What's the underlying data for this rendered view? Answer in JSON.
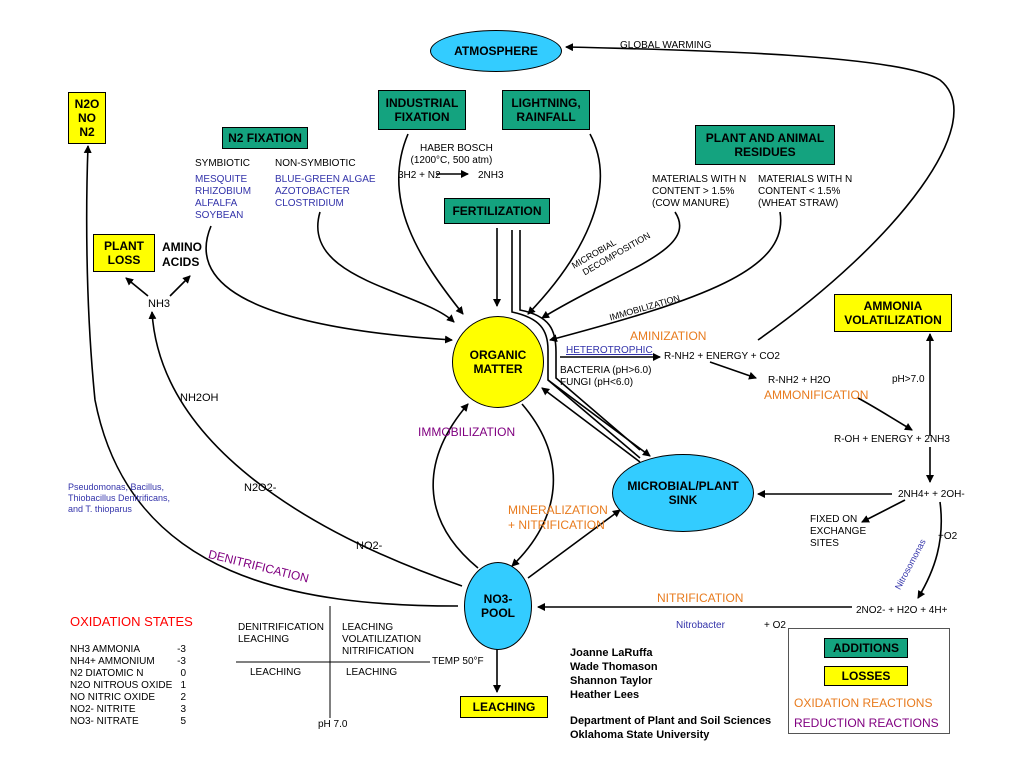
{
  "nodes": {
    "atmosphere": "ATMOSPHERE",
    "n_gases": [
      "N2O",
      "NO",
      "N2"
    ],
    "industrial_fixation": [
      "INDUSTRIAL",
      "FIXATION"
    ],
    "lightning": [
      "LIGHTNING,",
      "RAINFALL"
    ],
    "n2_fixation": "N2 FIXATION",
    "plant_animal_residues": [
      "PLANT AND ANIMAL",
      "RESIDUES"
    ],
    "fertilization": "FERTILIZATION",
    "plant_loss": [
      "PLANT",
      "LOSS"
    ],
    "amino_acids": [
      "AMINO",
      "ACIDS"
    ],
    "organic_matter": [
      "ORGANIC",
      "MATTER"
    ],
    "ammonia_volatilization": [
      "AMMONIA",
      "VOLATILIZATION"
    ],
    "microbial_sink": [
      "MICROBIAL/PLANT",
      "SINK"
    ],
    "no3_pool": [
      "NO3-",
      "POOL"
    ],
    "leaching": "LEACHING"
  },
  "labels": {
    "global_warming": "GLOBAL WARMING",
    "haber_bosch": [
      "HABER BOSCH",
      "(1200°C, 500 atm)"
    ],
    "haber_reaction": [
      "3H2 + N2",
      "2NH3"
    ],
    "symbiotic": "SYMBIOTIC",
    "non_symbiotic": "NON-SYMBIOTIC",
    "symbiotic_list": [
      "MESQUITE",
      "RHIZOBIUM",
      "ALFALFA",
      "SOYBEAN"
    ],
    "non_symbiotic_list": [
      "BLUE-GREEN ALGAE",
      "AZOTOBACTER",
      "CLOSTRIDIUM"
    ],
    "high_n": [
      "MATERIALS WITH N",
      "CONTENT > 1.5%",
      "(COW MANURE)"
    ],
    "low_n": [
      "MATERIALS WITH N",
      "CONTENT < 1.5%",
      " (WHEAT STRAW)"
    ],
    "microbial_decomposition": [
      "MICROBIAL",
      "DECOMPOSITION"
    ],
    "immobilization_small": "IMMOBILIZATION",
    "aminization": "AMINIZATION",
    "heterotrophic": "HETEROTROPHIC",
    "aminization_reaction": "R-NH2 + ENERGY + CO2",
    "bacteria": "BACTERIA (pH>6.0)",
    "fungi": "FUNGI (pH<6.0)",
    "ammonification_reaction": "R-NH2 + H2O",
    "ammonification": "AMMONIFICATION",
    "ammonification_products": "R-OH + ENERGY + 2NH3",
    "ph_gt_7": "pH>7.0",
    "nh4_reaction": "2NH4+ + 2OH-",
    "fixed_sites": [
      "FIXED ON",
      "EXCHANGE",
      "SITES"
    ],
    "plus_o2": "+O2",
    "nitrosomonas": "Nitrosomonas",
    "nitrite_reaction": "2NO2- + H2O + 4H+",
    "nitrification": "NITRIFICATION",
    "nitrobacter": "Nitrobacter",
    "plus_o2_b": "+ O2",
    "nh3": "NH3",
    "nh2oh": "NH2OH",
    "n2o2": "N2O2-",
    "no2": "NO2-",
    "immobilization": "IMMOBILIZATION",
    "mineralization": [
      "MINERALIZATION",
      "+ NITRIFICATION"
    ],
    "denitrification": "DENITRIFICATION",
    "bacteria_species": [
      "Pseudomonas, Bacillus,",
      "Thiobacillus Denitrificans,",
      "and T. thioparus"
    ]
  },
  "quadrant": {
    "top_left": [
      "DENITRIFICATION",
      "LEACHING"
    ],
    "top_right": [
      "LEACHING",
      "VOLATILIZATION",
      "NITRIFICATION"
    ],
    "bottom_left": "LEACHING",
    "bottom_right": "LEACHING",
    "x_axis": "TEMP 50°F",
    "y_axis": "pH 7.0"
  },
  "oxidation_states": {
    "title": "OXIDATION STATES",
    "rows": [
      {
        "formula": "NH3 AMMONIA",
        "value": "-3"
      },
      {
        "formula": "NH4+ AMMONIUM",
        "value": "-3"
      },
      {
        "formula": "N2 DIATOMIC N",
        "value": "0"
      },
      {
        "formula": "N2O NITROUS OXIDE",
        "value": "1"
      },
      {
        "formula": "NO NITRIC OXIDE",
        "value": "2"
      },
      {
        "formula": "NO2- NITRITE",
        "value": "3"
      },
      {
        "formula": "NO3- NITRATE",
        "value": "5"
      }
    ]
  },
  "credits": {
    "authors": [
      "Joanne LaRuffa",
      "Wade Thomason",
      "Shannon Taylor",
      "Heather Lees"
    ],
    "affiliation": [
      "Department of Plant and Soil Sciences",
      "Oklahoma State University"
    ]
  },
  "legend": {
    "additions": "ADDITIONS",
    "losses": "LOSSES",
    "oxidation": "OXIDATION REACTIONS",
    "reduction": "REDUCTION REACTIONS"
  },
  "colors": {
    "addition_green": "#14a37f",
    "loss_yellow": "#ffff00",
    "sky_blue": "#33ccff",
    "oxidation_orange": "#e87b1e",
    "reduction_purple": "#800080",
    "organism_blue": "#3333aa"
  }
}
